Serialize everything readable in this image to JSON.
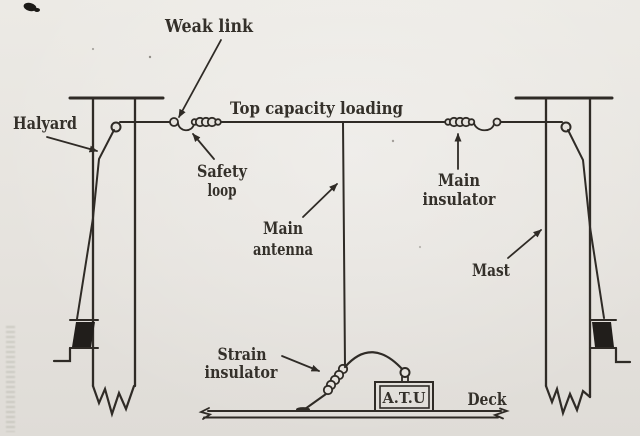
{
  "figure": {
    "title_hint": "Ship wire antenna rigging diagram",
    "ink_color": "#2f2b26",
    "paper_color": "#e6e3de",
    "labels": {
      "weak_link": "Weak link",
      "top_capacity_loading": "Top capacity loading",
      "halyard": "Halyard",
      "safety_loop_line1": "Safety",
      "safety_loop_line2": "loop",
      "main_antenna_line1": "Main",
      "main_antenna_line2": "antenna",
      "main_insulator_line1": "Main",
      "main_insulator_line2": "insulator",
      "mast": "Mast",
      "strain_insulator_line1": "Strain",
      "strain_insulator_line2": "insulator",
      "atu": "A.T.U",
      "deck": "Deck"
    }
  }
}
